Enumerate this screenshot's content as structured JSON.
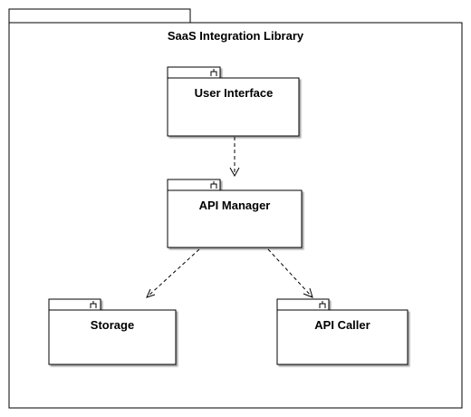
{
  "diagram": {
    "kind": "uml-package-diagram",
    "container": {
      "title": "SaaS Integration Library"
    },
    "packages": [
      {
        "id": "ui",
        "label": "User Interface",
        "icon": "package-icon"
      },
      {
        "id": "api_manager",
        "label": "API Manager",
        "icon": "package-icon"
      },
      {
        "id": "storage",
        "label": "Storage",
        "icon": "package-icon"
      },
      {
        "id": "api_caller",
        "label": "API Caller",
        "icon": "package-icon"
      }
    ],
    "dependencies": [
      {
        "from": "ui",
        "to": "api_manager",
        "style": "dashed-open-arrow"
      },
      {
        "from": "api_manager",
        "to": "storage",
        "style": "dashed-open-arrow"
      },
      {
        "from": "api_manager",
        "to": "api_caller",
        "style": "dashed-open-arrow"
      }
    ],
    "colors": {
      "line": "#000000",
      "fill": "#ffffff",
      "text": "#000000"
    }
  }
}
